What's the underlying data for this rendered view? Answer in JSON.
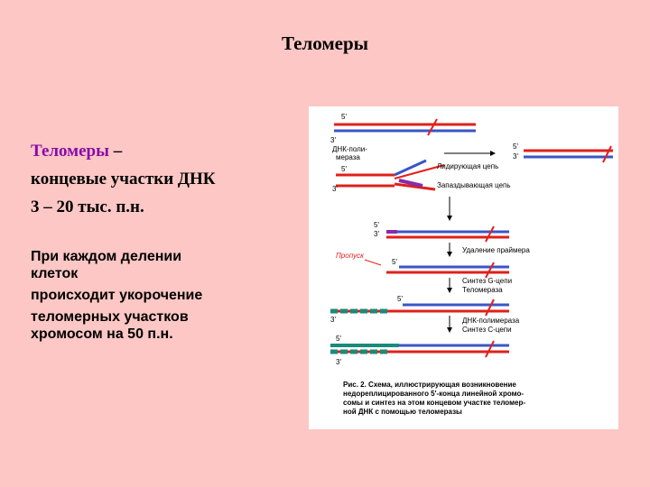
{
  "slide": {
    "title": "Теломеры"
  },
  "definition": {
    "term": "Теломеры",
    "dash": "–",
    "line2": "концевые участки ДНК",
    "line3": "3 – 20 тыс. п.н."
  },
  "note": {
    "line1": "При каждом делении",
    "line2": "клеток",
    "line3": "происходит укорочение",
    "line4": "теломерных участков",
    "line5": "хромосом на 50 п.н."
  },
  "figure": {
    "end_5": "5'",
    "end_3": "3'",
    "polymerase_label_1": "ДНК-поли-",
    "polymerase_label_2": "мераза",
    "leading_strand": "Лидирующая цепь",
    "lagging_strand": "Запаздывающая цепь",
    "primer_removal": "Удаление праймера",
    "gap": "Пропуск",
    "g_strand_synthesis": "Синтез G-цепи",
    "telomerase": "Теломераза",
    "dna_polymerase": "ДНК-полимераза",
    "c_strand_synthesis": "Синтез С-цепи",
    "caption_1": "Рис. 2. Схема, иллюстрирующая возникновение",
    "caption_2": "недореплицированного 5'-конца линейной хромо-",
    "caption_3": "сомы и синтез на этом концевом участке теломер-",
    "caption_4": "ной ДНК с помощью теломеразы",
    "colors": {
      "red_strand": "#e0201a",
      "blue_strand": "#3a55c8",
      "primer": "#8a2aa8",
      "telomere": "#1a8a7a"
    }
  }
}
